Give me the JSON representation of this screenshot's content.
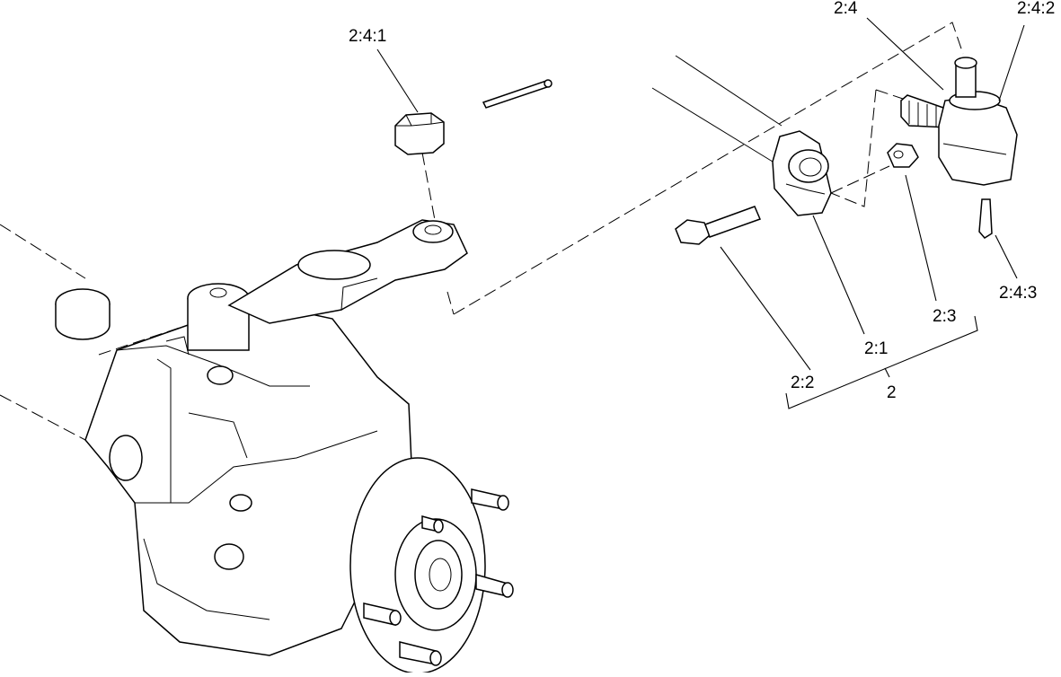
{
  "callouts": {
    "c_2_4_1": "2:4:1",
    "c_2_4": "2:4",
    "c_2_4_2": "2:4:2",
    "c_2_4_3": "2:4:3",
    "c_2_3": "2:3",
    "c_2_1": "2:1",
    "c_2_2": "2:2",
    "c_2": "2"
  },
  "colors": {
    "line": "#000000",
    "background": "#ffffff"
  }
}
